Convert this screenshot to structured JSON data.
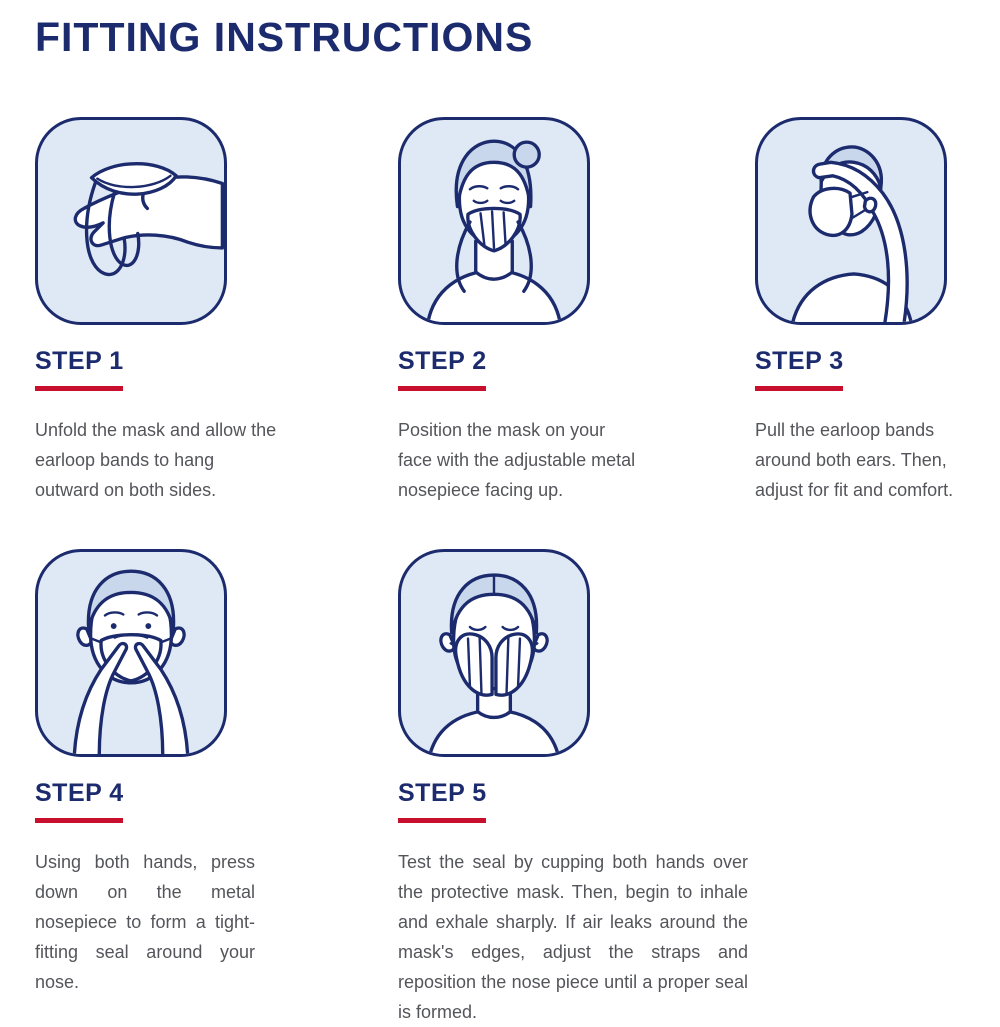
{
  "page": {
    "title": "FITTING INSTRUCTIONS"
  },
  "colors": {
    "navy": "#1c2b6d",
    "red": "#c8102e",
    "panel_fill": "#dfe8f5",
    "body_text": "#54555a"
  },
  "steps": [
    {
      "label": "STEP 1",
      "illustration": "mask-held-in-hand-with-earloops-hanging",
      "description": "Unfold the mask and allow the earloop bands to hang outward on both sides."
    },
    {
      "label": "STEP 2",
      "illustration": "mask-positioned-on-face-nosepiece-up",
      "description": "Position the mask on your face with the adjustable metal nosepiece facing up."
    },
    {
      "label": "STEP 3",
      "illustration": "pulling-earloop-bands-around-ears",
      "description": "Pull the earloop bands around both ears. Then, adjust for fit and comfort."
    },
    {
      "label": "STEP 4",
      "illustration": "pressing-metal-nosepiece-with-both-hands",
      "description": "Using both hands, press down on the metal nosepiece to form a tight-fitting seal around your nose."
    },
    {
      "label": "STEP 5",
      "illustration": "testing-seal-by-cupping-hands-over-mask",
      "description": "Test the seal by cupping both hands over the protective mask. Then, begin to inhale and exhale sharply. If air leaks around the mask's edges, adjust the straps and reposition the nose piece until a proper seal is formed."
    }
  ]
}
